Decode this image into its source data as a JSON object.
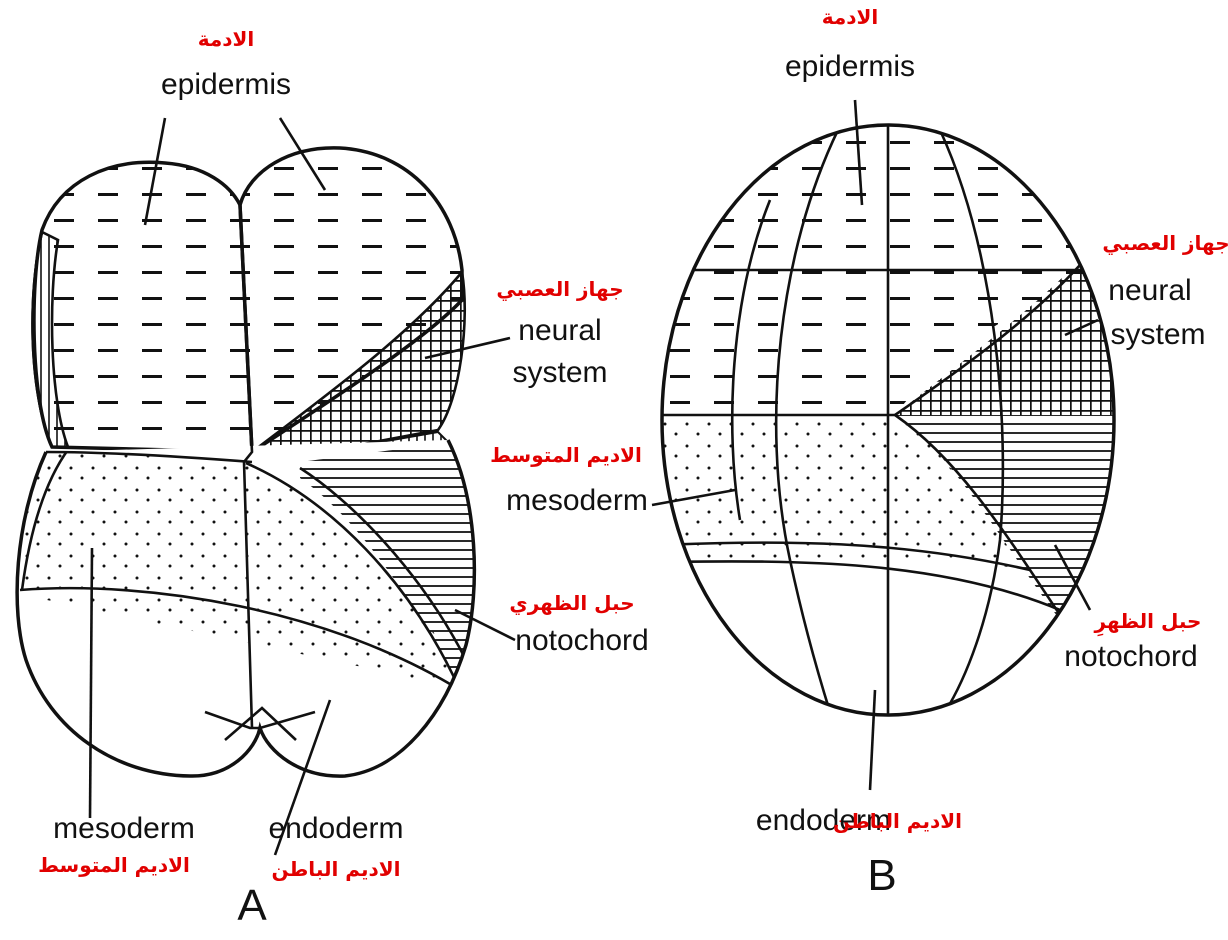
{
  "colors": {
    "arabic_label": "#e10000",
    "ink": "#111111"
  },
  "panels": {
    "A": {
      "letter": "A",
      "epidermis": {
        "ar": "الادمة",
        "en": "epidermis"
      },
      "neural": {
        "ar": "جهاز العصبي",
        "en_line1": "neural",
        "en_line2": "system"
      },
      "mesoderm_right": {
        "ar": "الاديم المتوسط"
      },
      "notochord": {
        "ar": "حبل الظهري",
        "en": "notochord"
      },
      "mesoderm_bottom": {
        "en": "mesoderm",
        "ar": "الاديم المتوسط"
      },
      "endoderm_bottom": {
        "en": "endoderm",
        "ar": "الاديم الباطن"
      }
    },
    "B": {
      "letter": "B",
      "epidermis": {
        "ar": "الادمة",
        "en": "epidermis"
      },
      "neural": {
        "ar": "جهاز العصبي",
        "en_line1": "neural",
        "en_line2": "system"
      },
      "mesoderm": {
        "en": "mesoderm"
      },
      "notochord": {
        "ar": "حبل الظهرِ",
        "en": "notochord"
      },
      "endoderm": {
        "en": "endoderm",
        "ar": "الاديم الباطن"
      }
    }
  }
}
